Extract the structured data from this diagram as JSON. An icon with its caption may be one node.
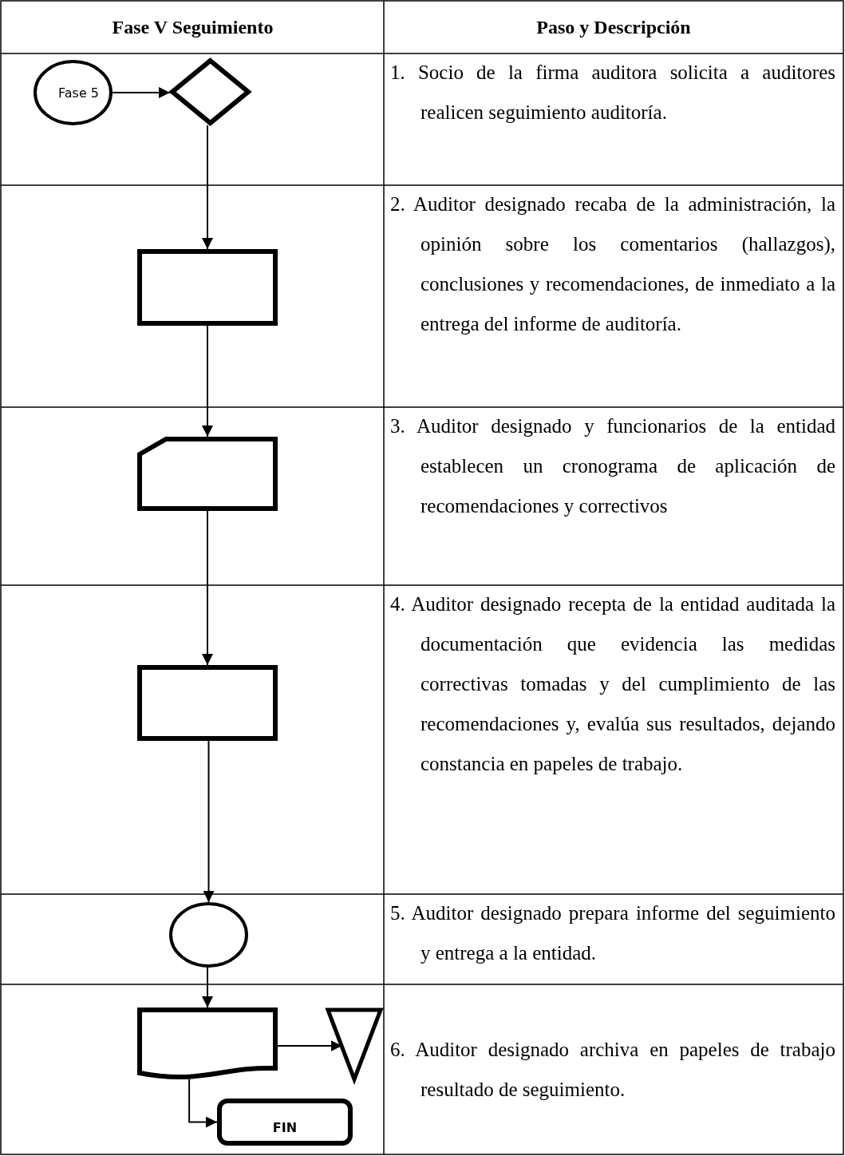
{
  "diagram": {
    "nodes": [
      {
        "text": [
          "Fase 5"
        ]
      },
      {
        "text": [],
        "shape": "diamond"
      },
      {
        "text": [],
        "shape": "box"
      },
      {
        "text": [],
        "shape": "card"
      },
      {
        "text": [],
        "shape": "box"
      },
      {
        "text": [],
        "shape": "circle"
      },
      {
        "text": [],
        "shape": "document"
      },
      {
        "text": [],
        "shape": "triangle"
      },
      {
        "text": [
          "FIN"
        ]
      }
    ],
    "edges": [
      {
        "from": 0,
        "to": 1,
        "arrow": "to"
      },
      {
        "from": 1,
        "to": 2,
        "arrow": "to"
      },
      {
        "from": 2,
        "to": 3,
        "arrow": "to"
      },
      {
        "from": 3,
        "to": 4,
        "arrow": "to"
      },
      {
        "from": 4,
        "to": 5,
        "arrow": "to"
      },
      {
        "from": 5,
        "to": 6,
        "arrow": "to"
      },
      {
        "from": 6,
        "to": 7,
        "arrow": "to"
      },
      {
        "from": 6,
        "to": 8,
        "arrow": "to"
      }
    ],
    "labels": [
      "Fase V Seguimiento",
      "Paso y Descripción",
      "1. Socio de la firma auditora solicita a auditores realicen seguimiento auditoría.",
      "2. Auditor designado recaba de la administración, la opinión sobre los comentarios (hallazgos), conclusiones y recomendaciones, de inmediato a la entrega del informe de auditoría.",
      "3. Auditor designado y funcionarios de la entidad establecen un cronograma de aplicación de recomendaciones y correctivos",
      "4. Auditor designado recepta de la entidad auditada la documentación que evidencia las medidas correctivas tomadas y del cumplimiento de las recomendaciones y, evalúa sus resultados, dejando constancia en papeles de trabajo.",
      "5. Auditor designado prepara informe del seguimiento y entrega a la entidad.",
      "6. Auditor designado archiva en papeles de trabajo resultado de seguimiento."
    ]
  }
}
